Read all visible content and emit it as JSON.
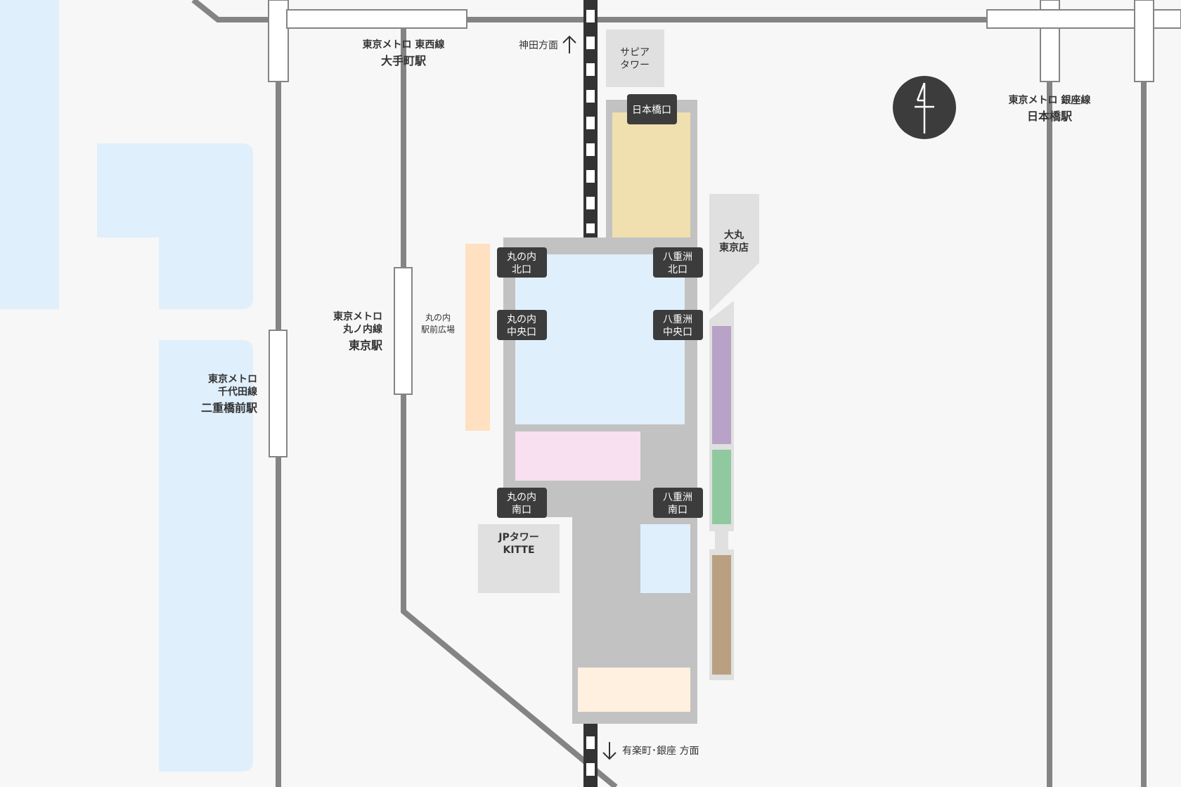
{
  "colors": {
    "background": "#f7f7f7",
    "water_or_palace": "#e0effc",
    "subway_line": "#848484",
    "jr_track": "#333333",
    "station_building": "#c2c2c2",
    "exit_badge": "#3c3c3c",
    "nihonbashi_block": "#f0e0af",
    "marunouchi_plaza": "#ffe0c0",
    "pink_block": "#f8e0f0",
    "cream_block": "#fff0e0",
    "purple_block": "#b8a2c8",
    "green_block": "#90c9a0",
    "brown_block": "#b9a080",
    "gray_building": "#e0e0e0"
  },
  "stations": {
    "otemachi": {
      "line": "東京メトロ 東西線",
      "name": "大手町駅"
    },
    "nihonbashi": {
      "line": "東京メトロ 銀座線",
      "name": "日本橋駅"
    },
    "tokyo_marunouchi_line": {
      "line1": "東京メトロ",
      "line2": "丸ノ内線",
      "name": "東京駅"
    },
    "nijubashimae": {
      "line1": "東京メトロ",
      "line2": "千代田線",
      "name": "二重橋前駅"
    }
  },
  "directions": {
    "north": "神田方面",
    "south": "有楽町･銀座 方面"
  },
  "buildings": {
    "sapia_tower": {
      "line1": "サピア",
      "line2": "タワー"
    },
    "daimaru": {
      "line1": "大丸",
      "line2": "東京店"
    },
    "jp_tower": {
      "line1": "JPタワー",
      "line2": "KITTE"
    },
    "plaza": {
      "line1": "丸の内",
      "line2": "駅前広場"
    }
  },
  "exits": {
    "nihonbashi": "日本橋口",
    "marunouchi_north": {
      "line1": "丸の内",
      "line2": "北口"
    },
    "marunouchi_central": {
      "line1": "丸の内",
      "line2": "中央口"
    },
    "marunouchi_south": {
      "line1": "丸の内",
      "line2": "南口"
    },
    "yaesu_north": {
      "line1": "八重洲",
      "line2": "北口"
    },
    "yaesu_central": {
      "line1": "八重洲",
      "line2": "中央口"
    },
    "yaesu_south": {
      "line1": "八重洲",
      "line2": "南口"
    }
  },
  "compass_icon": "north-arrow-icon"
}
